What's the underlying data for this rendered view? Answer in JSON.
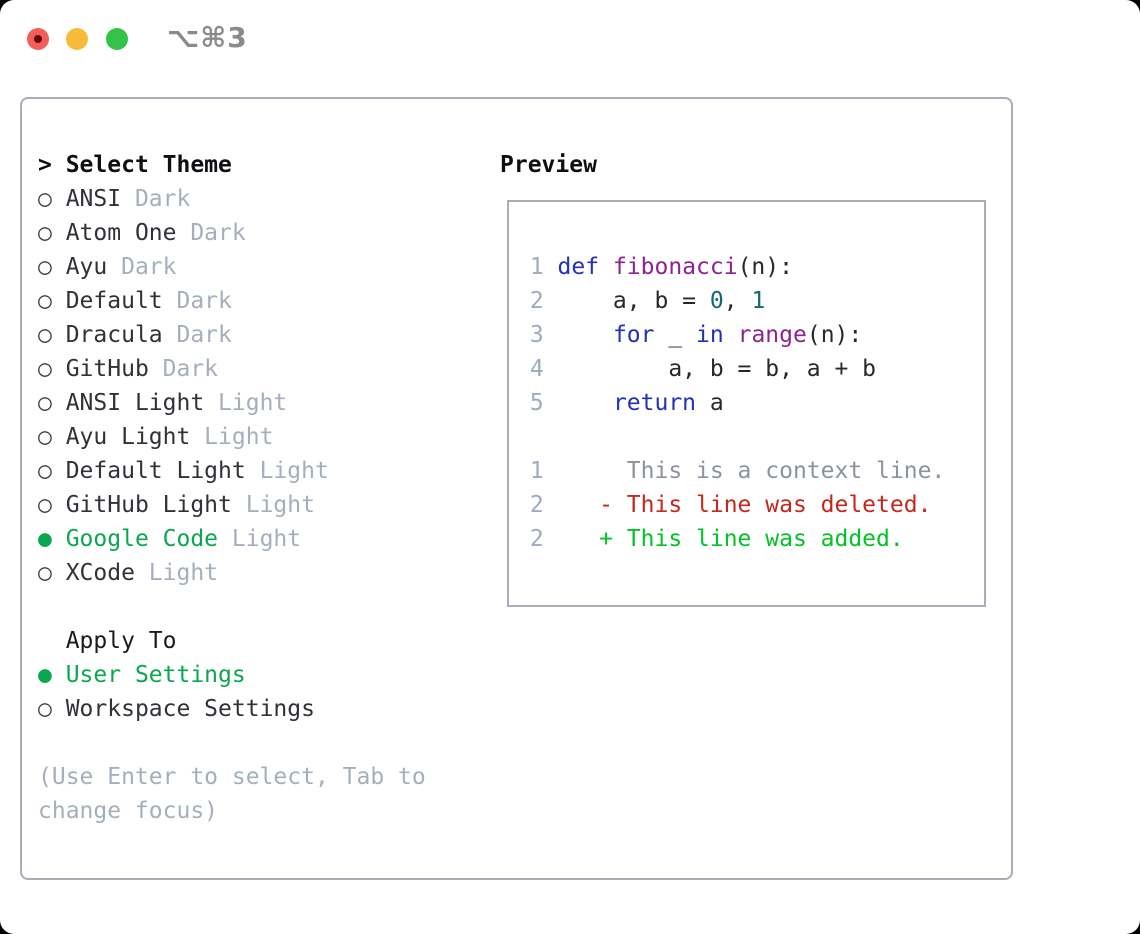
{
  "window": {
    "title_shortcut": "⌥⌘3"
  },
  "icons": {
    "radio_selected": "●",
    "radio_unselected": "○"
  },
  "theme_list": {
    "header_prefix": "> ",
    "header": "Select Theme",
    "items": [
      {
        "name": "ANSI",
        "tag": "Dark",
        "selected": false
      },
      {
        "name": "Atom One",
        "tag": "Dark",
        "selected": false
      },
      {
        "name": "Ayu",
        "tag": "Dark",
        "selected": false
      },
      {
        "name": "Default",
        "tag": "Dark",
        "selected": false
      },
      {
        "name": "Dracula",
        "tag": "Dark",
        "selected": false
      },
      {
        "name": "GitHub",
        "tag": "Dark",
        "selected": false
      },
      {
        "name": "ANSI Light",
        "tag": "Light",
        "selected": false
      },
      {
        "name": "Ayu Light",
        "tag": "Light",
        "selected": false
      },
      {
        "name": "Default Light",
        "tag": "Light",
        "selected": false
      },
      {
        "name": "GitHub Light",
        "tag": "Light",
        "selected": false
      },
      {
        "name": "Google Code",
        "tag": "Light",
        "selected": true
      },
      {
        "name": "XCode",
        "tag": "Light",
        "selected": false
      }
    ]
  },
  "apply_to": {
    "header": "Apply To",
    "options": [
      {
        "label": "User Settings",
        "selected": true
      },
      {
        "label": "Workspace Settings",
        "selected": false
      }
    ]
  },
  "hint": {
    "lines": [
      "(Use Enter to select, Tab to",
      "change focus)"
    ]
  },
  "preview": {
    "header": "Preview",
    "lines": [
      {
        "name": "code-line-1",
        "segments": [
          {
            "t": " 1 ",
            "c": "num"
          },
          {
            "t": "def",
            "c": "kw"
          },
          {
            "t": " ",
            "c": "plain"
          },
          {
            "t": "fibonacci",
            "c": "fn"
          },
          {
            "t": "(n):",
            "c": "plain"
          }
        ]
      },
      {
        "name": "code-line-2",
        "segments": [
          {
            "t": " 2 ",
            "c": "num"
          },
          {
            "t": "    a, b = ",
            "c": "plain"
          },
          {
            "t": "0",
            "c": "lit"
          },
          {
            "t": ", ",
            "c": "plain"
          },
          {
            "t": "1",
            "c": "lit"
          }
        ]
      },
      {
        "name": "code-line-3",
        "segments": [
          {
            "t": " 3 ",
            "c": "num"
          },
          {
            "t": "    ",
            "c": "plain"
          },
          {
            "t": "for",
            "c": "kw"
          },
          {
            "t": " _ ",
            "c": "plain"
          },
          {
            "t": "in",
            "c": "kw"
          },
          {
            "t": " ",
            "c": "plain"
          },
          {
            "t": "range",
            "c": "fn"
          },
          {
            "t": "(n):",
            "c": "plain"
          }
        ]
      },
      {
        "name": "code-line-4",
        "segments": [
          {
            "t": " 4 ",
            "c": "num"
          },
          {
            "t": "        a, b = b, a + b",
            "c": "plain"
          }
        ]
      },
      {
        "name": "code-line-5",
        "segments": [
          {
            "t": " 5 ",
            "c": "num"
          },
          {
            "t": "    ",
            "c": "plain"
          },
          {
            "t": "return",
            "c": "kw"
          },
          {
            "t": " a",
            "c": "plain"
          }
        ]
      },
      {
        "name": "empty-line",
        "segments": []
      },
      {
        "name": "diff-context-line",
        "segments": [
          {
            "t": " 1 ",
            "c": "num"
          },
          {
            "t": "     This is a context line.",
            "c": "ctx"
          }
        ]
      },
      {
        "name": "diff-deleted-line",
        "segments": [
          {
            "t": " 2 ",
            "c": "num"
          },
          {
            "t": "   - This line was deleted.",
            "c": "del"
          }
        ]
      },
      {
        "name": "diff-added-line",
        "segments": [
          {
            "t": " 2 ",
            "c": "num"
          },
          {
            "t": "   + This line was added.",
            "c": "add"
          }
        ]
      }
    ]
  },
  "colors": {
    "red_light": "#F25F58",
    "red_light_dot": "#620603",
    "yellow_light": "#F8BB39",
    "green_light": "#33C348",
    "title_gray": "#8A8A8D",
    "border": "#A7AEB8",
    "black": "#0E0F12",
    "dark": "#2F3237",
    "apply_dark": "#1A1B1E",
    "light_gray": "#A5AFBC",
    "ui_green": "#0BA750",
    "bullet": "#3E4146",
    "line_num": "#9CABBE",
    "context_gray": "#8C939B",
    "deleted_red": "#C4271C",
    "added_green": "#02C228",
    "keyword_blue": "#2231B5",
    "function_purple": "#8E2390",
    "literal_teal": "#136B6E",
    "code_plain": "#26282D"
  }
}
